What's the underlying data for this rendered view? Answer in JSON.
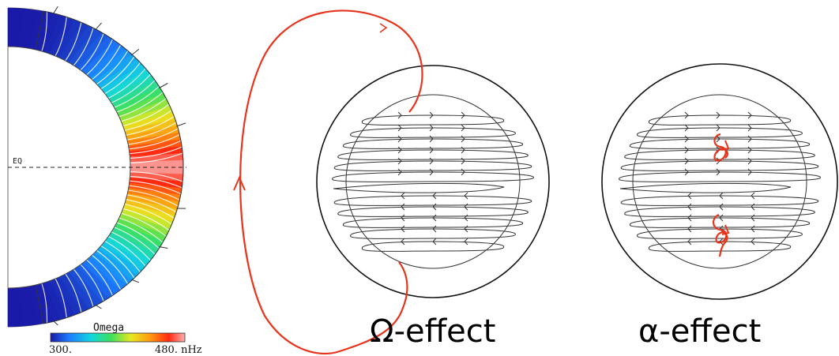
{
  "rotation_panel": {
    "equator_label": "EQ",
    "colorbar": {
      "title": "Omega",
      "min_label": "300.",
      "max_label": "480. nHz",
      "colors": [
        "#1a1aa8",
        "#1c7dff",
        "#11d6e0",
        "#3de05a",
        "#e8e820",
        "#ff9a10",
        "#ff2a10",
        "#f7b0b0"
      ]
    }
  },
  "omega_panel": {
    "caption": "Ω-effect",
    "loop_color": "#e8341c"
  },
  "alpha_panel": {
    "caption": "α-effect",
    "loop_color": "#e8341c"
  }
}
